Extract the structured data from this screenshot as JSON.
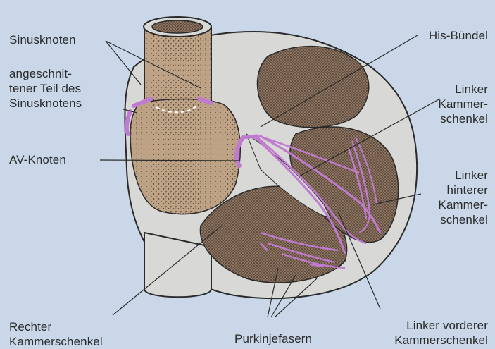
{
  "background": "#c9d7e9",
  "colors": {
    "tissue": "#bfa386",
    "speckle": "#3b2c22",
    "wall": "#d8d8d6",
    "outline": "#2a2a2a",
    "conduction": "#c07ad0"
  },
  "labels": {
    "sinusknoten": "Sinusknoten",
    "angeschnitten": "angeschnit-\ntener Teil des\nSinusknotens",
    "av_knoten": "AV-Knoten",
    "rechter": "Rechter\nKammerschenkel",
    "purkinje": "Purkinjefasern",
    "his": "His-Bündel",
    "linker": "Linker\nKammer-\nschenkel",
    "linker_hinterer": "Linker\nhinterer\nKammer-\nschenkel",
    "linker_vorderer": "Linker vorderer\nKammerschenkel"
  }
}
